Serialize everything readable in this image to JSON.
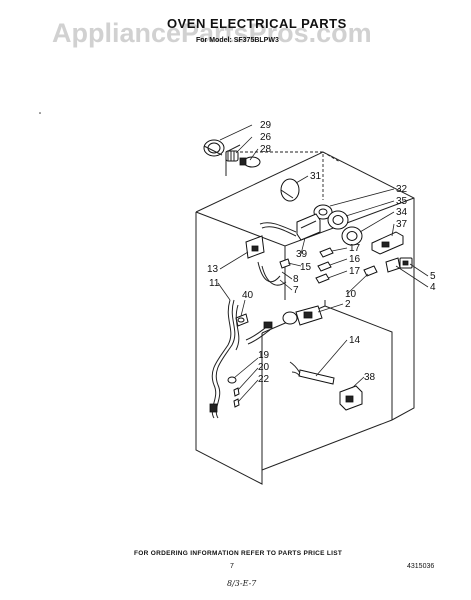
{
  "watermark": "AppliancePartsPros.com",
  "title": "OVEN ELECTRICAL PARTS",
  "subtitle": "For Model: SF375BLPW3",
  "footer": {
    "ordering_note": "FOR ORDERING INFORMATION REFER TO PARTS PRICE LIST",
    "page_number": "7",
    "part_number": "4315036",
    "handwritten_note": "8/3-E-7"
  },
  "part_labels": [
    {
      "id": "29",
      "text": "29"
    },
    {
      "id": "26",
      "text": "26"
    },
    {
      "id": "28",
      "text": "28"
    },
    {
      "id": "31",
      "text": "31"
    },
    {
      "id": "32",
      "text": "32"
    },
    {
      "id": "35",
      "text": "35"
    },
    {
      "id": "34",
      "text": "34"
    },
    {
      "id": "37",
      "text": "37"
    },
    {
      "id": "17a",
      "text": "17"
    },
    {
      "id": "16",
      "text": "16"
    },
    {
      "id": "17b",
      "text": "17"
    },
    {
      "id": "5",
      "text": "5"
    },
    {
      "id": "4",
      "text": "4"
    },
    {
      "id": "10",
      "text": "10"
    },
    {
      "id": "2",
      "text": "2"
    },
    {
      "id": "39",
      "text": "39"
    },
    {
      "id": "15",
      "text": "15"
    },
    {
      "id": "8",
      "text": "8"
    },
    {
      "id": "7",
      "text": "7"
    },
    {
      "id": "13",
      "text": "13"
    },
    {
      "id": "11",
      "text": "11"
    },
    {
      "id": "40",
      "text": "40"
    },
    {
      "id": "14",
      "text": "14"
    },
    {
      "id": "19",
      "text": "19"
    },
    {
      "id": "20",
      "text": "20"
    },
    {
      "id": "22",
      "text": "22"
    },
    {
      "id": "38",
      "text": "38"
    }
  ]
}
